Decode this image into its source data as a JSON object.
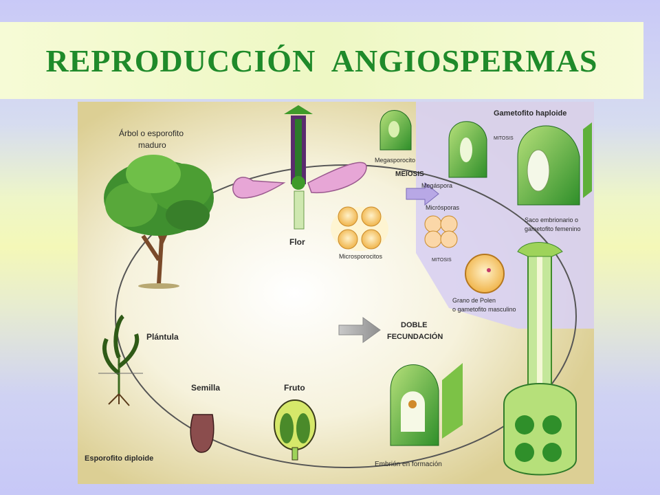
{
  "title": "REPRODUCCIÓN  ANGIOSPERMAS",
  "diagram": {
    "labels": {
      "arbol_line1": "Árbol o esporofito",
      "arbol_line2": "maduro",
      "flor": "Flor",
      "megasporocito": "Megasporocito",
      "gametofito_haploide": "Gametofito haploide",
      "mitosis_top": "MITOSIS",
      "meiosis": "MEIOSIS",
      "megaspora": "Megáspora",
      "microsporas": "Micrósporas",
      "microsporocitos": "Microsporocitos",
      "mitosis_mid": "MITOSIS",
      "saco_line1": "Saco embrionario o",
      "saco_line2": "gametofito femenino",
      "grano_line1": "Grano de Polen",
      "grano_line2": "o gametofito masculino",
      "doble": "DOBLE",
      "fecundacion": "FECUNDACIÓN",
      "plantula": "Plántula",
      "semilla": "Semilla",
      "fruto": "Fruto",
      "esporofito_diploide": "Esporofito diploide",
      "embrion": "Embrión en formación"
    },
    "colors": {
      "background_diploid": "#e7dfae",
      "background_haploid": "#d9d0f0",
      "cycle_line": "#555555",
      "plant_green": "#3f9a2a",
      "light_green": "#9ed35a",
      "petal_pink": "#e8a7d3",
      "pollen_orange": "#f2c25e",
      "arrow_gray": "#a9a9a9"
    }
  }
}
